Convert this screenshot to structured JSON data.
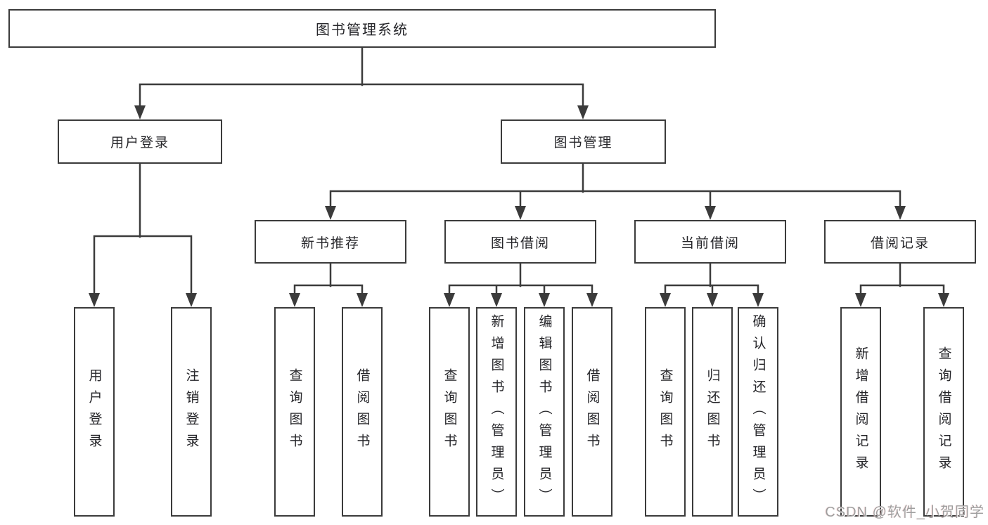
{
  "tree": {
    "label": "图书管理系统",
    "children": [
      {
        "label": "用户登录",
        "children": [
          {
            "label": "用户登录"
          },
          {
            "label": "注销登录"
          }
        ]
      },
      {
        "label": "图书管理",
        "children": [
          {
            "label": "新书推荐",
            "children": [
              {
                "label": "查询图书"
              },
              {
                "label": "借阅图书"
              }
            ]
          },
          {
            "label": "图书借阅",
            "children": [
              {
                "label": "查询图书"
              },
              {
                "label": "新增图书（管理员）"
              },
              {
                "label": "编辑图书（管理员）"
              },
              {
                "label": "借阅图书"
              }
            ]
          },
          {
            "label": "当前借阅",
            "children": [
              {
                "label": "查询图书"
              },
              {
                "label": "归还图书"
              },
              {
                "label": "确认归还（管理员）"
              }
            ]
          },
          {
            "label": "借阅记录",
            "children": [
              {
                "label": "新增借阅记录"
              },
              {
                "label": "查询借阅记录"
              }
            ]
          }
        ]
      }
    ]
  },
  "watermark": "CSDN @软件_小贺同学",
  "colors": {
    "line": "#3b3b3b",
    "box_background": "#ffffff",
    "text": "#26262a",
    "watermark": "#9e9e9e",
    "page_background": "#ffffff"
  }
}
